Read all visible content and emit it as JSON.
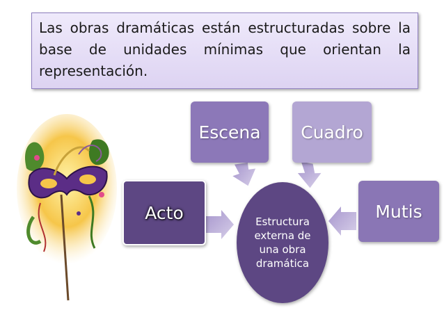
{
  "intro_text": "Las obras dramáticas están estructuradas sobre la base de unidades mínimas que orientan la representación.",
  "center": {
    "label": "Estructura externa de una obra dramática"
  },
  "nodes": {
    "acto": "Acto",
    "escena": "Escena",
    "cuadro": "Cuadro",
    "mutis": "Mutis"
  },
  "colors": {
    "dark_purple": "#5d4783",
    "medium_purple": "#8c78b8",
    "light_purple": "#b3a6d3",
    "arrow_gradient_start": "#a594cc",
    "arrow_gradient_end": "#d7cfe9"
  },
  "decoration": {
    "image": "carnival-mask-icon"
  }
}
